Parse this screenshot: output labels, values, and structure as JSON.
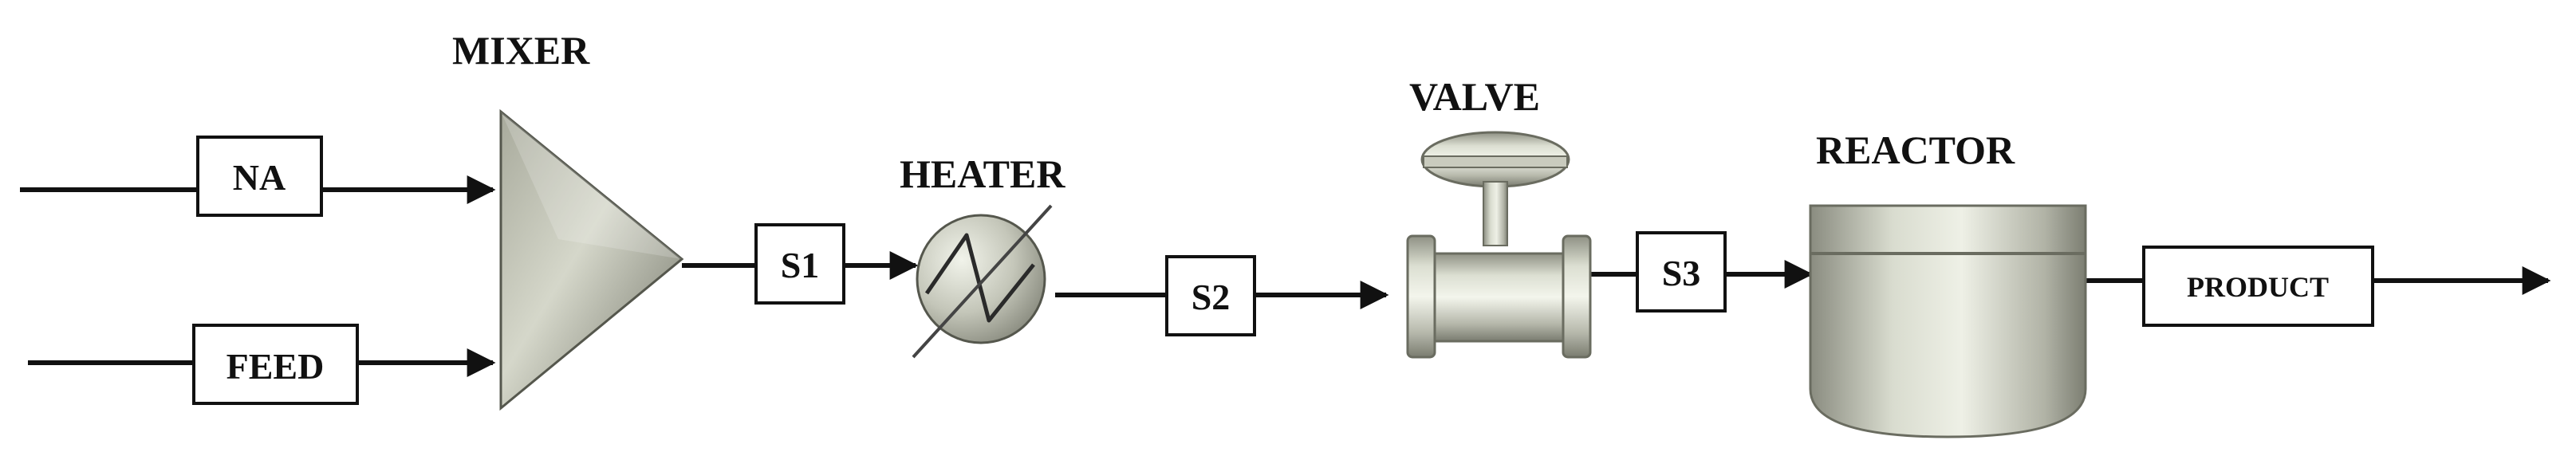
{
  "units": {
    "mixer": "MIXER",
    "heater": "HEATER",
    "valve": "VALVE",
    "reactor": "REACTOR"
  },
  "streams": {
    "na": "NA",
    "feed": "FEED",
    "s1": "S1",
    "s2": "S2",
    "s3": "S3",
    "product": "PRODUCT"
  }
}
